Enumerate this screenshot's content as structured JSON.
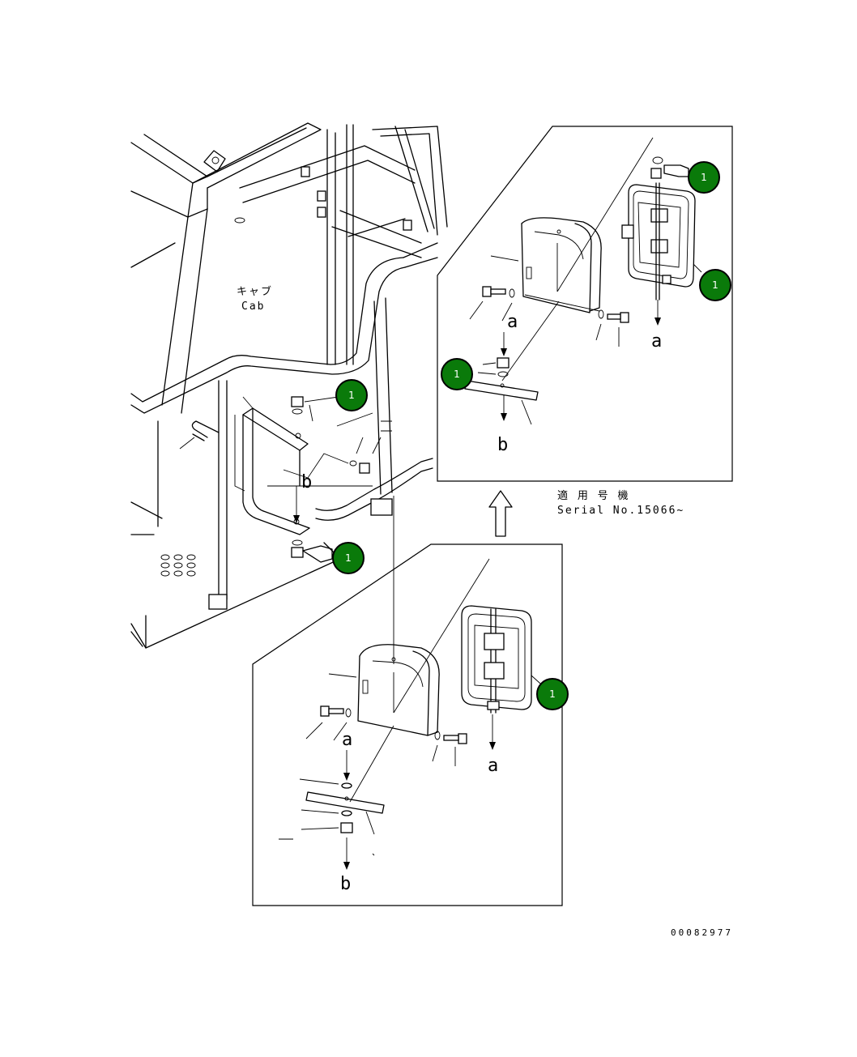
{
  "labels": {
    "cab_jp": "キャブ",
    "cab_en": "Cab",
    "serial_jp": "適 用 号 機",
    "serial_en": "Serial No.15066~",
    "doc_number": "00082977"
  },
  "callouts": [
    "1",
    "1",
    "1",
    "1",
    "1",
    "1"
  ],
  "view_letters": [
    "a",
    "a",
    "b",
    "a",
    "a",
    "b",
    "b"
  ]
}
